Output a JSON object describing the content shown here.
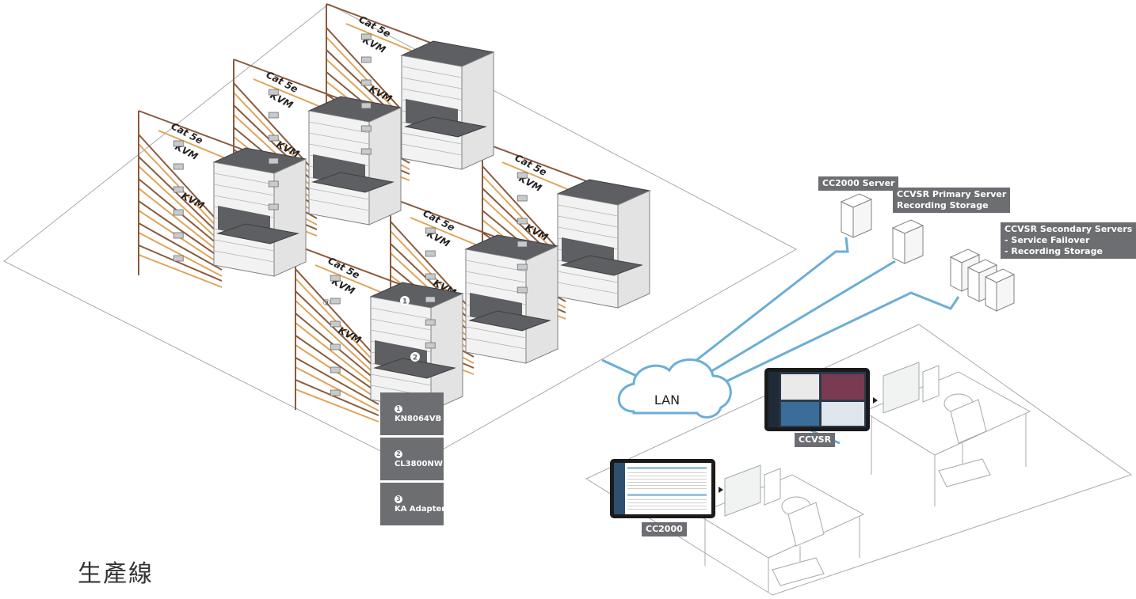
{
  "colors": {
    "cat5e_cable": "#8b5a3c",
    "kvm_cable": "#e0a458",
    "lan_line": "#6baed6",
    "rack_light": "#f2f2f2",
    "rack_dark": "#5e5f62",
    "label_bg": "#6d6e71",
    "floor_line": "#a7a9ac"
  },
  "cables": {
    "cat5e": "Cat 5e",
    "kvm": "KVM"
  },
  "network": {
    "lan": "LAN"
  },
  "servers": {
    "cc2000": "CC2000 Server",
    "ccvsr_primary": "CCVSR Primary Server\nRecording Storage",
    "ccvsr_secondary": "CCVSR Secondary Servers\n- Service Failover\n- Recording Storage"
  },
  "workstations": {
    "ccvsr": "CCVSR",
    "cc2000": "CC2000"
  },
  "legend": [
    {
      "num": "1",
      "label": "KN8064VB"
    },
    {
      "num": "2",
      "label": "CL3800NW"
    },
    {
      "num": "3",
      "label": "KA Adapter"
    }
  ],
  "callouts": {
    "rack_marker": "1",
    "console_marker": "2",
    "adapter_marker": "③"
  },
  "area_label": "生產線"
}
